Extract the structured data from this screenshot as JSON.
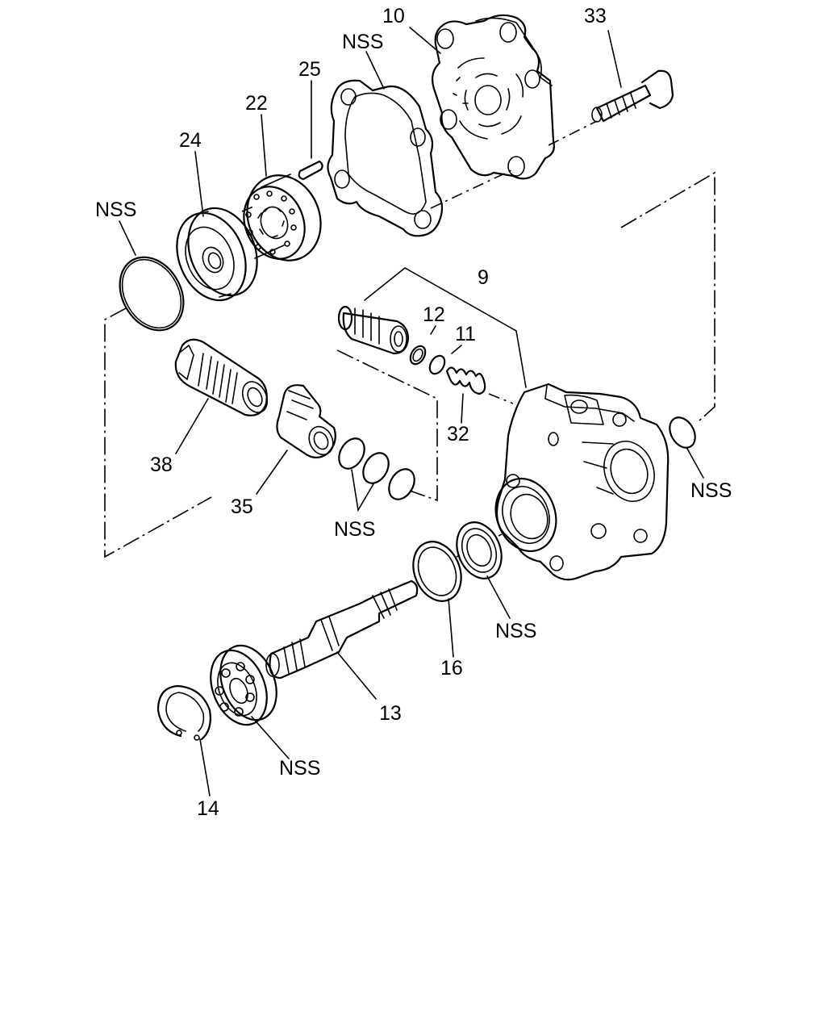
{
  "labels": {
    "p10": "10",
    "p33": "33",
    "p25": "25",
    "p22": "22",
    "p24": "24",
    "nss_gasket": "NSS",
    "nss_oring_left": "NSS",
    "p9": "9",
    "p12": "12",
    "p11": "11",
    "p32": "32",
    "p38": "38",
    "p35": "35",
    "nss_orings": "NSS",
    "nss_oring_right": "NSS",
    "nss_seal": "NSS",
    "p16": "16",
    "p13": "13",
    "nss_bearing": "NSS",
    "p14": "14"
  }
}
